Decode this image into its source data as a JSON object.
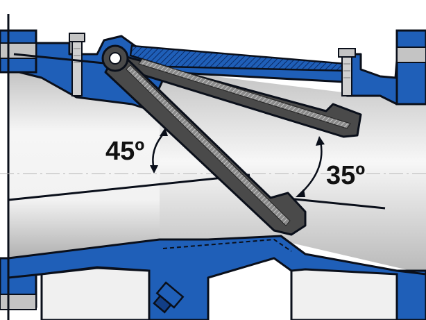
{
  "diagram": {
    "angles": [
      {
        "label": "45º",
        "degrees": 45
      },
      {
        "label": "35º",
        "degrees": 35
      }
    ],
    "colors": {
      "body": "#1f5fb8",
      "body_dark": "#123e86",
      "outline": "#0a0f1a",
      "disc": "#4a4a4a",
      "disc_light": "#7a7a7a",
      "interior_light": "#f3f3f3",
      "interior_shade": "#b9b9b9",
      "bolt": "#c4c4c4",
      "centerline": "#b5b5b5"
    }
  }
}
